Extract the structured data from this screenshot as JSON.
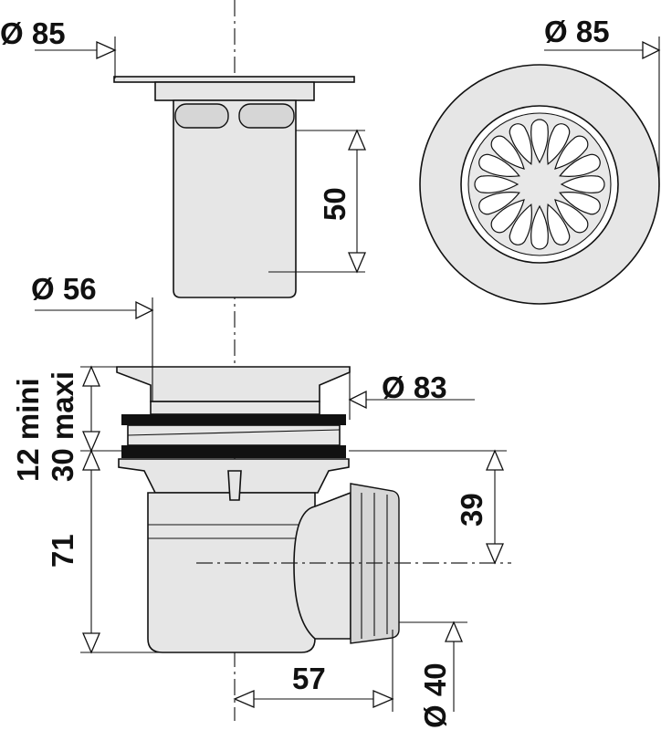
{
  "dimensions": {
    "grate_diameter": "Ø 85",
    "cover_diameter": "Ø 85",
    "insert_height": "50",
    "pipe_diameter_top": "Ø 56",
    "flange_diameter": "Ø 83",
    "floor_thickness": "12 mini\n30 maxi",
    "floor_thickness_line1": "12 mini",
    "floor_thickness_line2": "30 maxi",
    "body_height": "71",
    "outlet_height": "39",
    "outlet_offset": "57",
    "outlet_diameter": "Ø 40"
  },
  "colors": {
    "line": "#111111",
    "part_fill": "#e6e6e6",
    "gasket": "#111111",
    "background": "#ffffff"
  }
}
